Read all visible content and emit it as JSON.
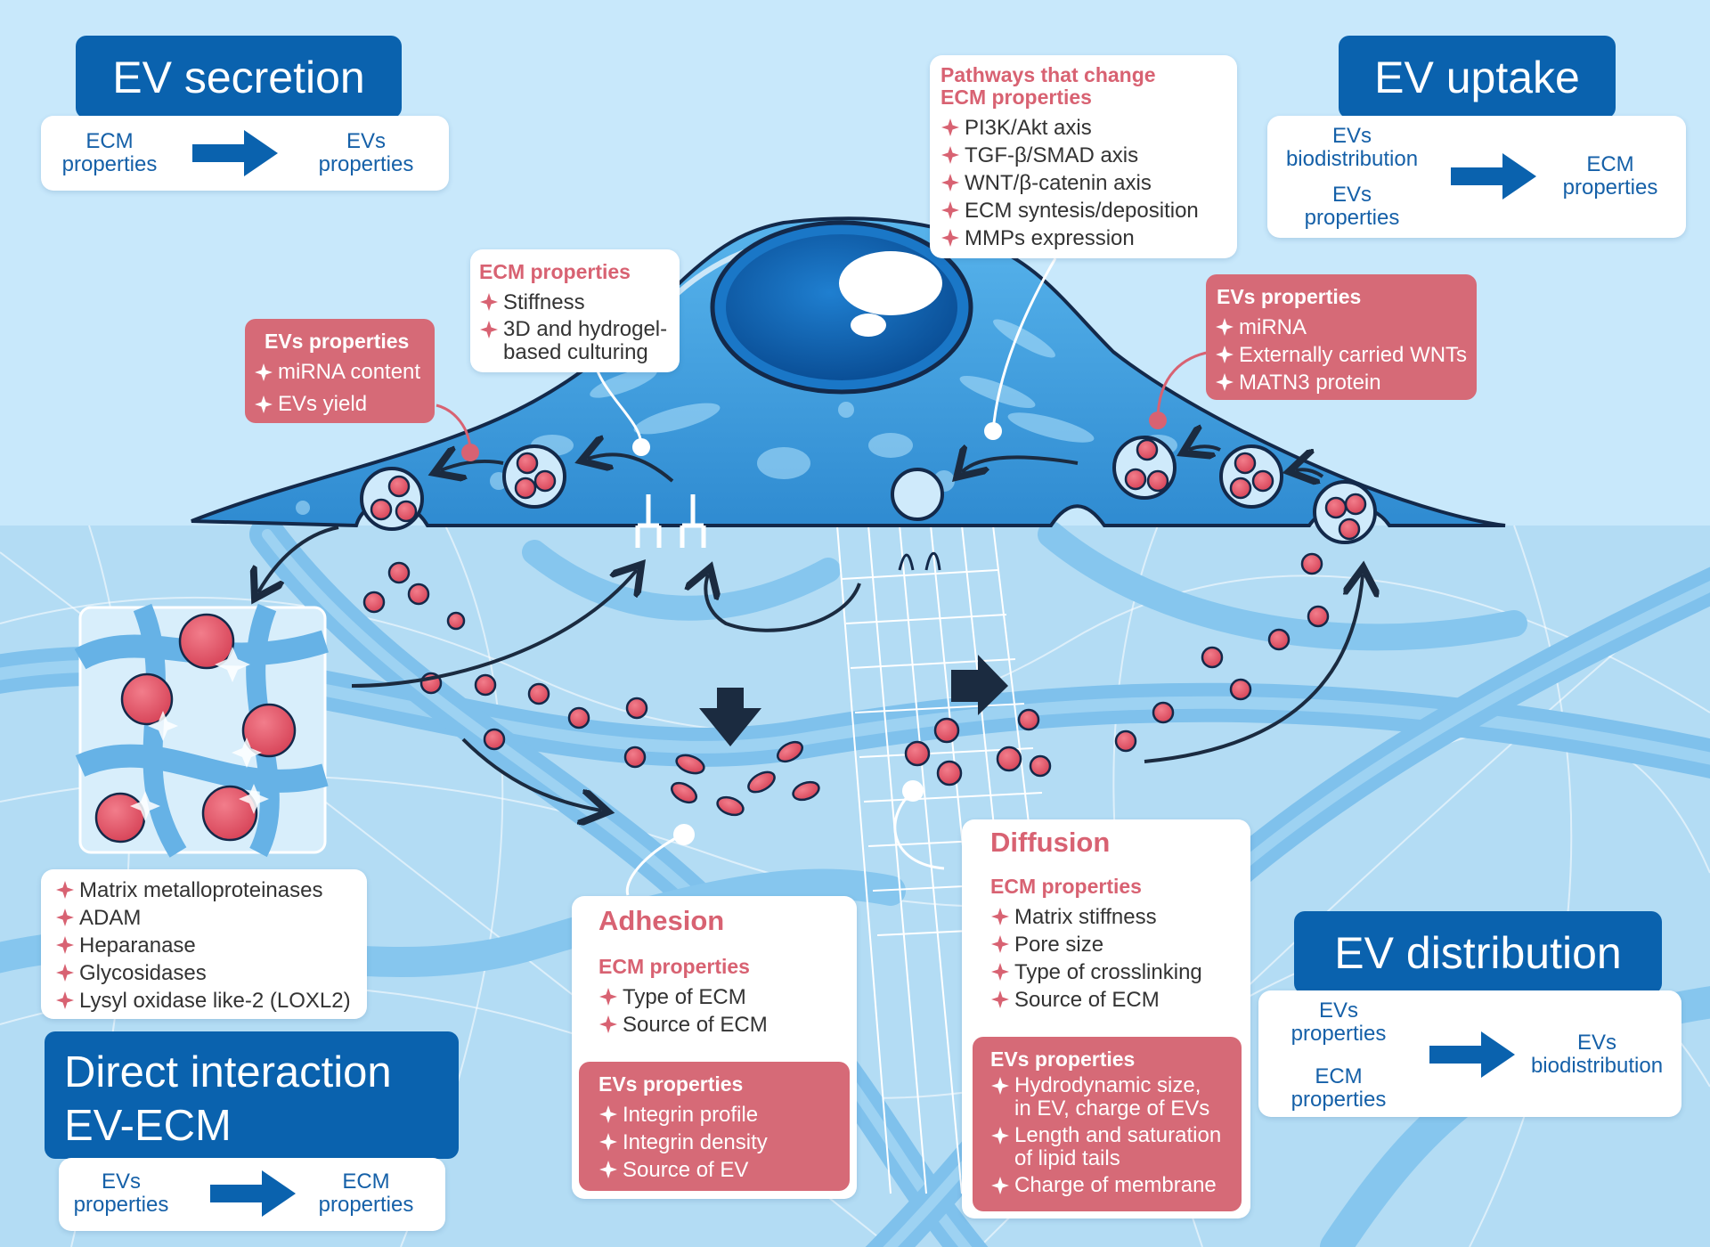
{
  "titles": {
    "ev_secretion": "EV secretion",
    "ev_uptake": "EV uptake",
    "ev_distribution": "EV distribution",
    "direct_interaction": [
      "Direct interaction",
      "EV-ECM"
    ]
  },
  "secretion_flow": {
    "from": [
      "ECM",
      "properties"
    ],
    "to": [
      "EVs",
      "properties"
    ]
  },
  "uptake_flow": {
    "from_top": [
      "EVs",
      "biodistribution"
    ],
    "from_bottom": [
      "EVs",
      "properties"
    ],
    "to": [
      "ECM",
      "properties"
    ]
  },
  "distribution_flow": {
    "from_top": [
      "EVs",
      "properties"
    ],
    "from_bottom": [
      "ECM",
      "properties"
    ],
    "to": [
      "EVs",
      "biodistribution"
    ]
  },
  "direct_flow": {
    "from": [
      "EVs",
      "properties"
    ],
    "to": [
      "ECM",
      "properties"
    ]
  },
  "pathways": {
    "heading": [
      "Pathways that change",
      "ECM properties"
    ],
    "items": [
      "PI3K/Akt axis",
      "TGF-β/SMAD axis",
      "WNT/β-catenin axis",
      "ECM syntesis/deposition",
      "MMPs expression"
    ]
  },
  "ecm_props_top": {
    "heading": "ECM properties",
    "items": [
      "Stiffness",
      "3D and hydrogel-"
    ],
    "continuation": "based culturing"
  },
  "evs_props_left": {
    "heading": "EVs properties",
    "items": [
      "miRNA content",
      "EVs yield"
    ]
  },
  "evs_props_right": {
    "heading": "EVs properties",
    "items": [
      "miRNA",
      "Externally carried WNTs",
      "MATN3 protein"
    ]
  },
  "enzymes": {
    "items": [
      "Matrix metalloproteinases",
      "ADAM",
      "Heparanase",
      "Glycosidases",
      "Lysyl oxidase like-2 (LOXL2)"
    ]
  },
  "adhesion": {
    "title": "Adhesion",
    "ecm_heading": "ECM properties",
    "ecm_items": [
      "Type of ECM",
      "Source of ECM"
    ],
    "evs_heading": "EVs properties",
    "evs_items": [
      "Integrin profile",
      "Integrin density",
      "Source of EV"
    ]
  },
  "diffusion": {
    "title": "Diffusion",
    "ecm_heading": "ECM properties",
    "ecm_items": [
      "Matrix stiffness",
      "Pore size",
      "Type of crosslinking",
      "Source of ECM"
    ],
    "evs_heading": "EVs properties",
    "evs_items": [
      [
        "Hydrodynamic size,",
        "in EV, charge of EVs"
      ],
      [
        "Length and saturation",
        "of lipid tails"
      ],
      [
        "Charge of membrane"
      ]
    ]
  },
  "colors": {
    "title_blue": "#0a62ae",
    "accent_red": "#d86272",
    "pink_box": "#d66a77",
    "background": "#bfe3f7",
    "cell": "#3a9ad8",
    "nucleus": "#0b57a3"
  }
}
